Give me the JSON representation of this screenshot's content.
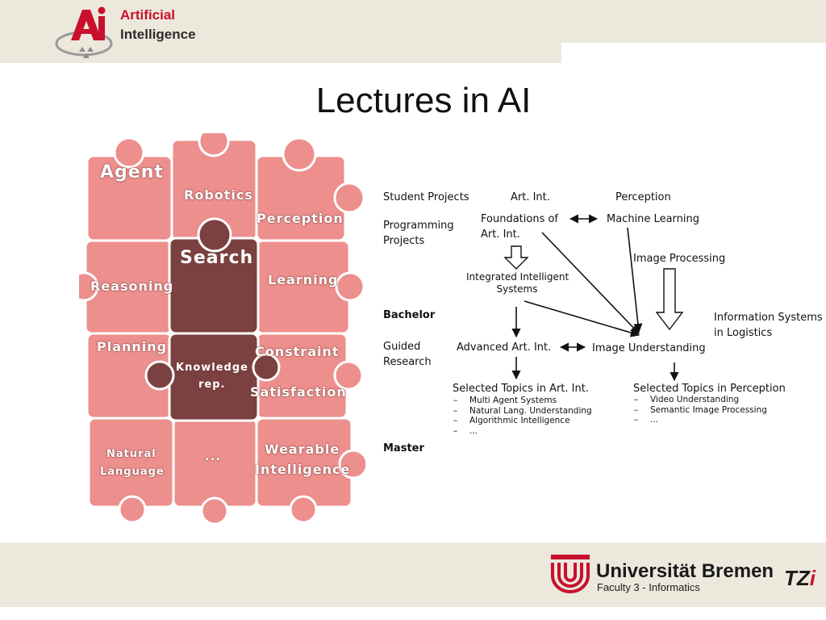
{
  "header": {
    "brand_line_1": "Artificial",
    "brand_line_2": "Intelligence"
  },
  "slide": {
    "title": "Lectures in AI"
  },
  "puzzle": {
    "pieces": [
      "Agent",
      "Robotics",
      "Perception",
      "Search",
      "Reasoning",
      "Learning",
      "Planning",
      "Constraint",
      "Knowledge",
      "rep.",
      "Satisfaction",
      "Natural",
      "Language",
      "...",
      "Wearable",
      "Intelligence"
    ]
  },
  "flow": {
    "student_projects": "Student Projects",
    "art_int": "Art. Int.",
    "perception": "Perception",
    "programming": "Programming",
    "projects": "Projects",
    "foundations_1": "Foundations of",
    "foundations_2": "Art. Int.",
    "machine_learning": "Machine Learning",
    "image_processing": "Image Processing",
    "integrated_1": "Integrated Intelligent",
    "integrated_2": "Systems",
    "bachelor": "Bachelor",
    "info_systems_1": "Information Systems",
    "info_systems_2": "in Logistics",
    "guided": "Guided",
    "research": "Research",
    "advanced": "Advanced Art. Int.",
    "image_understanding": "Image Understanding",
    "selected_ai": "Selected Topics in Art. Int.",
    "selected_ai_items": [
      "Multi Agent Systems",
      "Natural Lang. Understanding",
      "Algorithmic Intelligence",
      "..."
    ],
    "selected_perception": "Selected Topics in Perception",
    "selected_perception_items": [
      "Video Understanding",
      "Semantic Image Processing",
      "..."
    ],
    "master": "Master",
    "dash": "–"
  },
  "footer": {
    "university": "Universität Bremen",
    "faculty": "Faculty 3 - Informatics",
    "tzi_main": "TZ",
    "tzi_i": "i"
  },
  "colors": {
    "header_band": "#ece8dc",
    "puzzle_pink": "#ec8f8d",
    "puzzle_dark": "#7a4140",
    "brand_red": "#c8102e"
  }
}
